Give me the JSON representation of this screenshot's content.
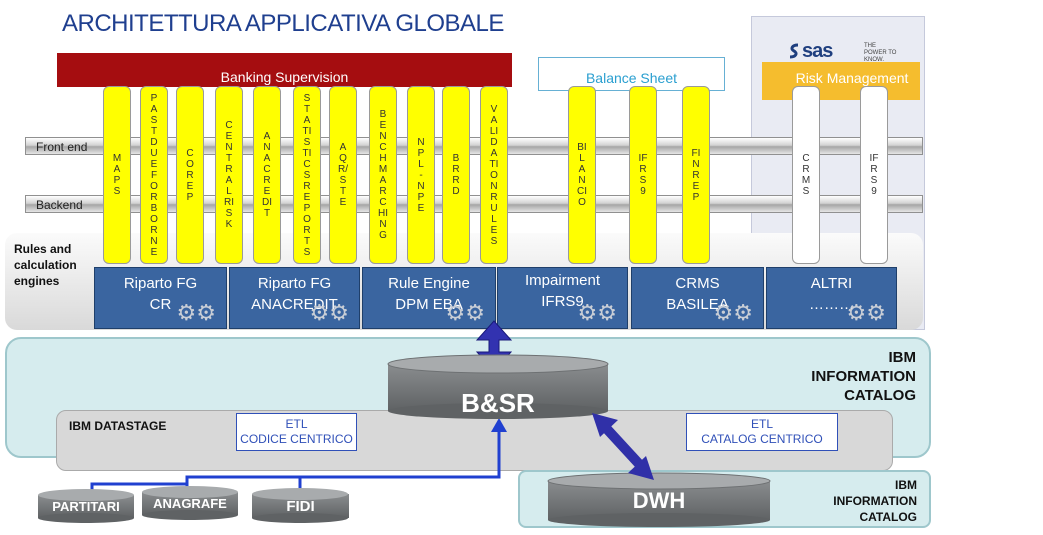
{
  "title": "ARCHITETTURA APPLICATIVA GLOBALE",
  "sas_logo": {
    "brand": "sas",
    "tagline": "THE POWER TO KNOW."
  },
  "bands": {
    "banking_supervision": "Banking Supervision",
    "balance_sheet": "Balance  Sheet",
    "risk_management": "Risk Management"
  },
  "rails": {
    "front_end": "Front end",
    "backend": "Backend"
  },
  "rules_label": {
    "line1": "Rules and",
    "line2": "calculation",
    "line3": "engines"
  },
  "pillars": [
    {
      "text": "MAPS",
      "color": "yellow"
    },
    {
      "text": "PASTDUE FORBORNE",
      "color": "yellow"
    },
    {
      "text": "COREP",
      "color": "yellow"
    },
    {
      "text": "CENTRAL RISK",
      "color": "yellow"
    },
    {
      "text": "ANACREDIT",
      "color": "yellow"
    },
    {
      "text": "STATISTICS REPORTS",
      "color": "yellow"
    },
    {
      "text": "AQR/STE",
      "color": "yellow"
    },
    {
      "text": "BENCHMARCHING",
      "color": "yellow"
    },
    {
      "text": "NPL - NPE",
      "color": "yellow"
    },
    {
      "text": "BRRD",
      "color": "yellow"
    },
    {
      "text": "VALIDATIONRULES",
      "color": "yellow"
    },
    {
      "text": "BILANCIO",
      "color": "yellow"
    },
    {
      "text": "IFRS9",
      "color": "yellow"
    },
    {
      "text": "FINREP",
      "color": "yellow"
    },
    {
      "text": "CRMS",
      "color": "white"
    },
    {
      "text": "IFRS9",
      "color": "white"
    }
  ],
  "engines": [
    {
      "line1": "Riparto FG",
      "line2": "CR"
    },
    {
      "line1": "Riparto FG",
      "line2": "ANACREDIT"
    },
    {
      "line1": "Rule Engine",
      "line2": "DPM EBA"
    },
    {
      "line1": "Impairment",
      "line2": "IFRS9"
    },
    {
      "line1": "CRMS",
      "line2": "BASILEA"
    },
    {
      "line1": "ALTRI",
      "line2": "………"
    }
  ],
  "ibm_catalog": {
    "line1": "IBM",
    "line2": "INFORMATION",
    "line3": "CATALOG"
  },
  "bsr": "B&SR",
  "datastage": "IBM  DATASTAGE",
  "etl_codice": {
    "line1": "ETL",
    "line2": "CODICE CENTRICO"
  },
  "etl_catalog": {
    "line1": "ETL",
    "line2": "CATALOG CENTRICO"
  },
  "dwh": "DWH",
  "dwh_catalog": {
    "line1": "IBM",
    "line2": "INFORMATION",
    "line3": "CATALOG"
  },
  "sources": [
    "PARTITARI",
    "ANAGRAFE",
    "FIDI"
  ],
  "colors": {
    "banking_red": "#a50d10",
    "pillar_yellow": "#ffff00",
    "risk_orange": "#f5bd2e",
    "engine_blue": "#3a65a0",
    "arrow_blue": "#3232b0",
    "title_blue": "#1f3f8f"
  }
}
